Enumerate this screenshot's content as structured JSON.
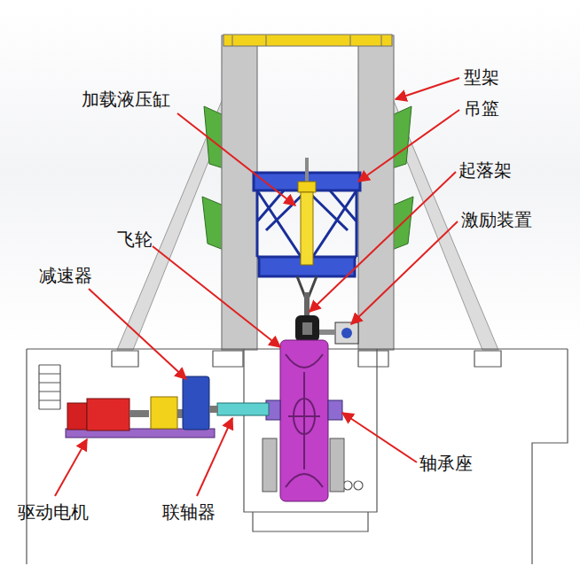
{
  "diagram": {
    "labels": [
      "加载液压缸",
      "型架",
      "吊篮",
      "起落架",
      "激励装置",
      "飞轮",
      "减速器",
      "驱动电机",
      "联轴器",
      "轴承座"
    ]
  }
}
